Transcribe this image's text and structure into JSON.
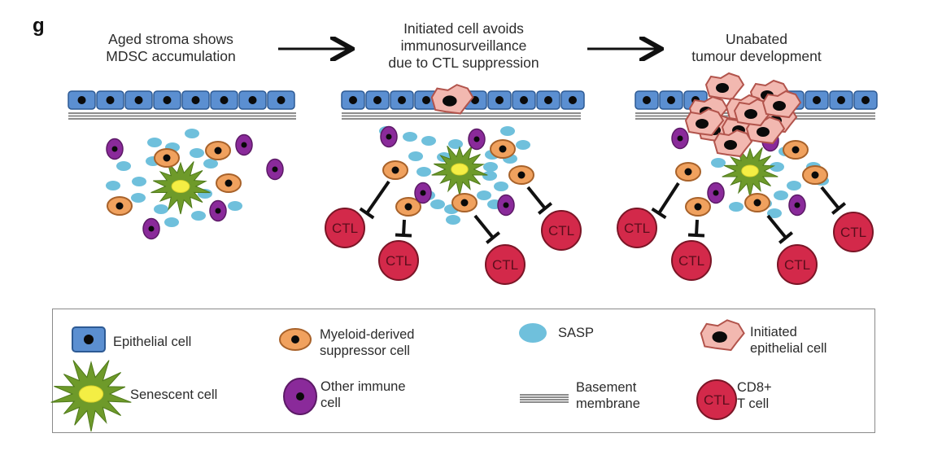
{
  "panel_label": "g",
  "stages": [
    {
      "title_lines": [
        "Aged stroma shows",
        "MDSC accumulation"
      ]
    },
    {
      "title_lines": [
        "Initiated cell avoids",
        "immunosurveillance",
        "due to CTL suppression"
      ]
    },
    {
      "title_lines": [
        "Unabated",
        "tumour development"
      ]
    }
  ],
  "ctl_label": "CTL",
  "legend": {
    "epithelial": {
      "lines": [
        "Epithelial cell"
      ]
    },
    "mdsc": {
      "lines": [
        "Myeloid-derived",
        "suppressor cell"
      ]
    },
    "sasp": {
      "lines": [
        "SASP"
      ]
    },
    "initiated": {
      "lines": [
        "Initiated",
        "epithelial cell"
      ]
    },
    "senescent": {
      "lines": [
        "Senescent cell"
      ]
    },
    "other_immune": {
      "lines": [
        "Other immune",
        "cell"
      ]
    },
    "basement": {
      "lines": [
        "Basement",
        "membrane"
      ]
    },
    "cd8": {
      "lines": [
        "CD8+",
        "T cell"
      ],
      "icon_label": "CTL"
    }
  },
  "colors": {
    "epithelial_fill": "#5b8fd1",
    "epithelial_stroke": "#2d5a94",
    "mdsc_fill": "#f0a15e",
    "mdsc_stroke": "#a8622a",
    "sasp": "#6fc0dc",
    "other_immune_fill": "#8a2a9a",
    "other_immune_stroke": "#5c1a66",
    "initiated_fill": "#f2b8b0",
    "initiated_stroke": "#b2544c",
    "ctl_fill": "#d3294a",
    "ctl_stroke": "#7a1526",
    "senescent_fill": "#6e9a2a",
    "senescent_core": "#f4ee44",
    "membrane": "#8c8c8c",
    "nucleus": "#0a0a0a"
  }
}
